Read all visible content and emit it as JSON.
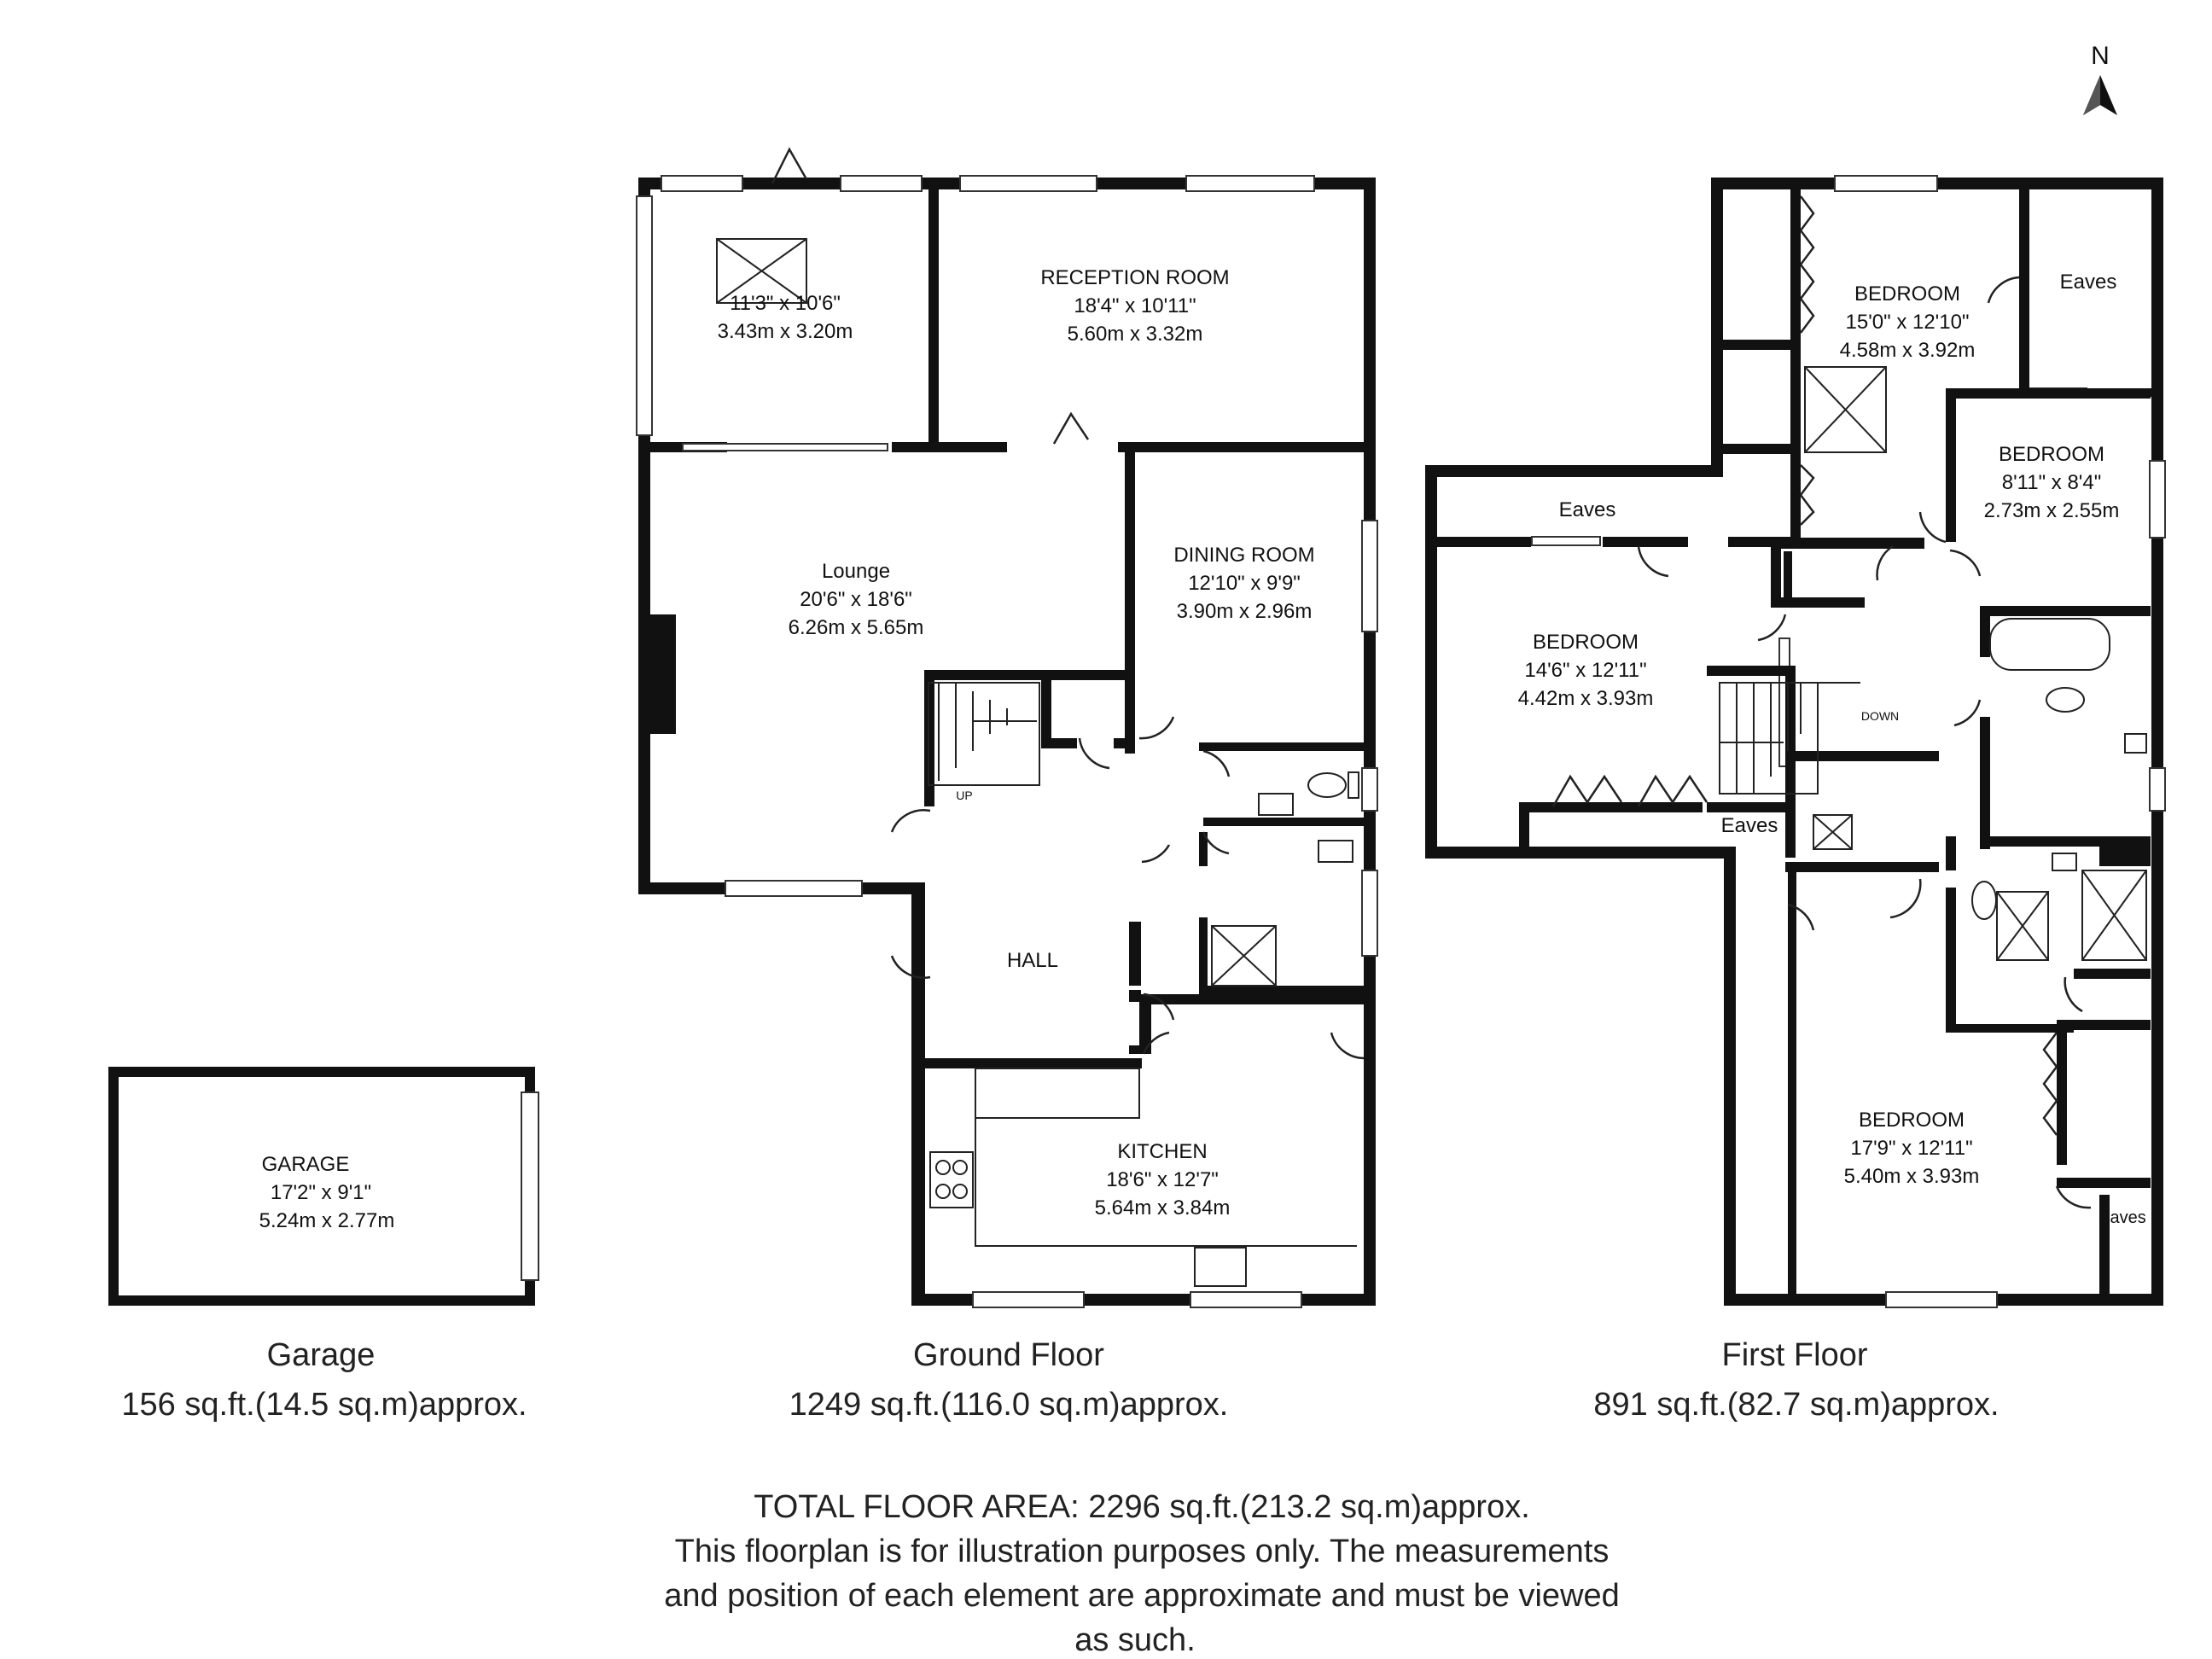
{
  "compass": {
    "label": "N"
  },
  "garage": {
    "room": {
      "name": "GARAGE",
      "imperial": "17'2\" x 9'1\"",
      "metric": "5.24m x 2.77m"
    },
    "caption": "Garage",
    "area": "156 sq.ft.(14.5 sq.m)approx."
  },
  "ground_floor": {
    "caption": "Ground Floor",
    "area": "1249 sq.ft.(116.0 sq.m)approx.",
    "rooms": {
      "conservatory": {
        "imperial": "11'3\" x 10'6\"",
        "metric": "3.43m x 3.20m"
      },
      "reception": {
        "name": "RECEPTION ROOM",
        "imperial": "18'4\" x 10'11\"",
        "metric": "5.60m x 3.32m"
      },
      "lounge": {
        "name": "Lounge",
        "imperial": "20'6\" x 18'6\"",
        "metric": "6.26m x 5.65m"
      },
      "dining": {
        "name": "DINING ROOM",
        "imperial": "12'10\" x 9'9\"",
        "metric": "3.90m x 2.96m"
      },
      "hall": {
        "name": "HALL"
      },
      "kitchen": {
        "name": "KITCHEN",
        "imperial": "18'6\" x 12'7\"",
        "metric": "5.64m x 3.84m"
      },
      "stairs_label": "UP"
    }
  },
  "first_floor": {
    "caption": "First Floor",
    "area": "891 sq.ft.(82.7 sq.m)approx.",
    "rooms": {
      "bedroom_top": {
        "name": "BEDROOM",
        "imperial": "15'0\" x 12'10\"",
        "metric": "4.58m x 3.92m"
      },
      "bedroom_right": {
        "name": "BEDROOM",
        "imperial": "8'11\" x 8'4\"",
        "metric": "2.73m x 2.55m"
      },
      "bedroom_left": {
        "name": "BEDROOM",
        "imperial": "14'6\" x 12'11\"",
        "metric": "4.42m x 3.93m"
      },
      "bedroom_bottom": {
        "name": "BEDROOM",
        "imperial": "17'9\" x 12'11\"",
        "metric": "5.40m x 3.93m"
      },
      "eaves_top_right": "Eaves",
      "eaves_left": "Eaves",
      "eaves_middle": "Eaves",
      "eaves_bottom_right": "Eaves",
      "stairs_label": "DOWN"
    }
  },
  "footer": {
    "total": "TOTAL FLOOR AREA: 2296 sq.ft.(213.2 sq.m)approx.",
    "disclaimer_1": "This floorplan is for illustration purposes only. The measurements",
    "disclaimer_2": "and position of each element are approximate and must be viewed",
    "disclaimer_3": "as such."
  }
}
